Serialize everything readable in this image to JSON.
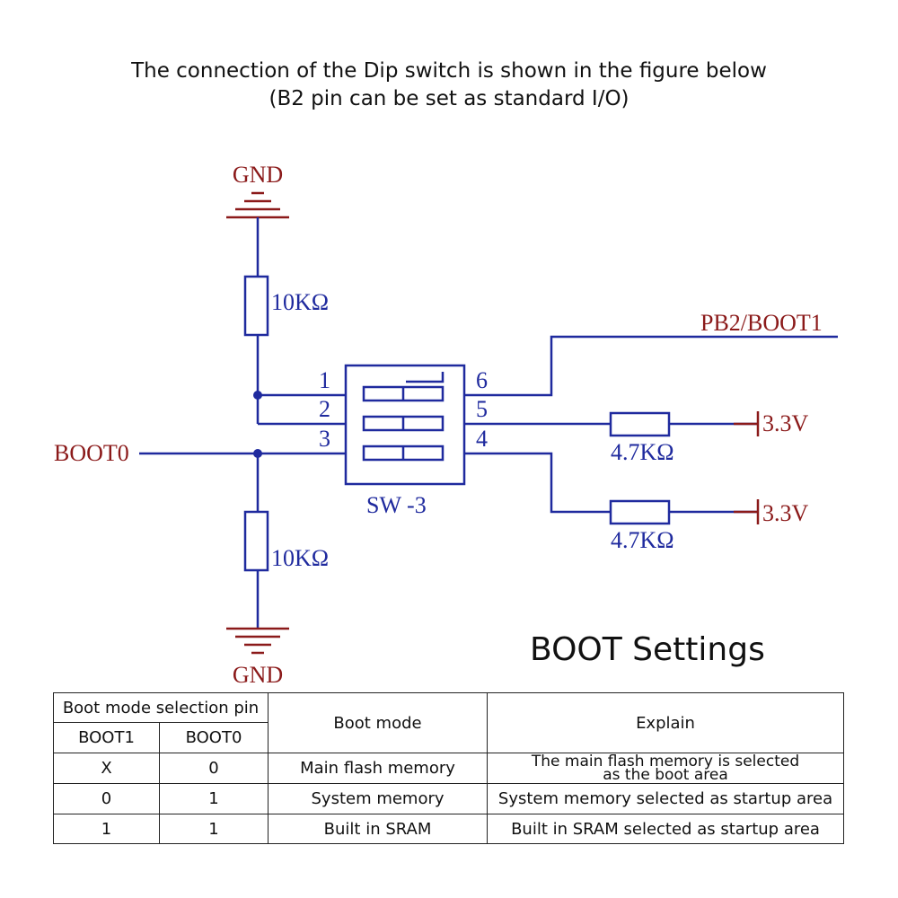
{
  "caption": {
    "line1": "The connection of the Dip switch is shown in the figure below",
    "line2": "(B2 pin can be set as standard I/O)"
  },
  "schematic": {
    "gnd_top": "GND",
    "gnd_bottom": "GND",
    "r_top": "10KΩ",
    "r_bottom": "10KΩ",
    "r_right1": "4.7KΩ",
    "r_right2": "4.7KΩ",
    "boot0": "BOOT0",
    "pb2": "PB2/BOOT1",
    "v1": "3.3V",
    "v2": "3.3V",
    "switch": "SW -3",
    "pins": {
      "p1": "1",
      "p2": "2",
      "p3": "3",
      "p4": "4",
      "p5": "5",
      "p6": "6"
    },
    "colors": {
      "wire": "#1f2a9e",
      "label": "#8b1a1a",
      "text": "#1f2a9e"
    }
  },
  "boot_settings": {
    "title": "BOOT Settings",
    "header": {
      "selection": "Boot mode selection pin",
      "boot1": "BOOT1",
      "boot0": "BOOT0",
      "mode": "Boot mode",
      "explain": "Explain"
    },
    "rows": [
      {
        "boot1": "X",
        "boot0": "0",
        "mode": "Main flash memory",
        "explain_l1": "The main flash memory is selected",
        "explain_l2": "as the boot area"
      },
      {
        "boot1": "0",
        "boot0": "1",
        "mode": "System memory",
        "explain": "System memory selected as startup area"
      },
      {
        "boot1": "1",
        "boot0": "1",
        "mode": "Built in SRAM",
        "explain": "Built in SRAM selected as startup area"
      }
    ]
  }
}
